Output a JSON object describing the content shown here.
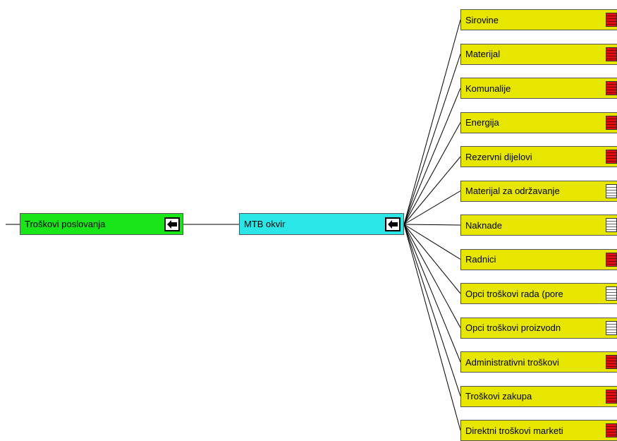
{
  "root": {
    "label": "Troškovi poslovanja",
    "color": "#19e619",
    "icon": "arrow-left-icon"
  },
  "mid": {
    "label": "MTB okvir",
    "color": "#2ae6e6",
    "icon": "arrow-left-icon"
  },
  "leaf_color": "#e6e600",
  "leaves": [
    {
      "label": "Sirovine",
      "icon": "spreadsheet-red-icon"
    },
    {
      "label": "Materijal",
      "icon": "spreadsheet-red-icon"
    },
    {
      "label": "Komunalije",
      "icon": "spreadsheet-red-icon"
    },
    {
      "label": "Energija",
      "icon": "spreadsheet-red-icon"
    },
    {
      "label": "Rezervni dijelovi",
      "icon": "spreadsheet-red-icon"
    },
    {
      "label": "Materijal za održavanje",
      "icon": "spreadsheet-white-icon"
    },
    {
      "label": "Naknade",
      "icon": "spreadsheet-white-icon"
    },
    {
      "label": "Radnici",
      "icon": "spreadsheet-red-icon"
    },
    {
      "label": "Opci troškovi rada (pore",
      "icon": "spreadsheet-white-icon"
    },
    {
      "label": "Opci troškovi proizvodn",
      "icon": "spreadsheet-white-icon"
    },
    {
      "label": "Administrativni troškovi",
      "icon": "spreadsheet-red-icon"
    },
    {
      "label": "Troškovi zakupa",
      "icon": "spreadsheet-red-icon"
    },
    {
      "label": "Direktni troškovi marketi",
      "icon": "spreadsheet-red-icon"
    }
  ]
}
